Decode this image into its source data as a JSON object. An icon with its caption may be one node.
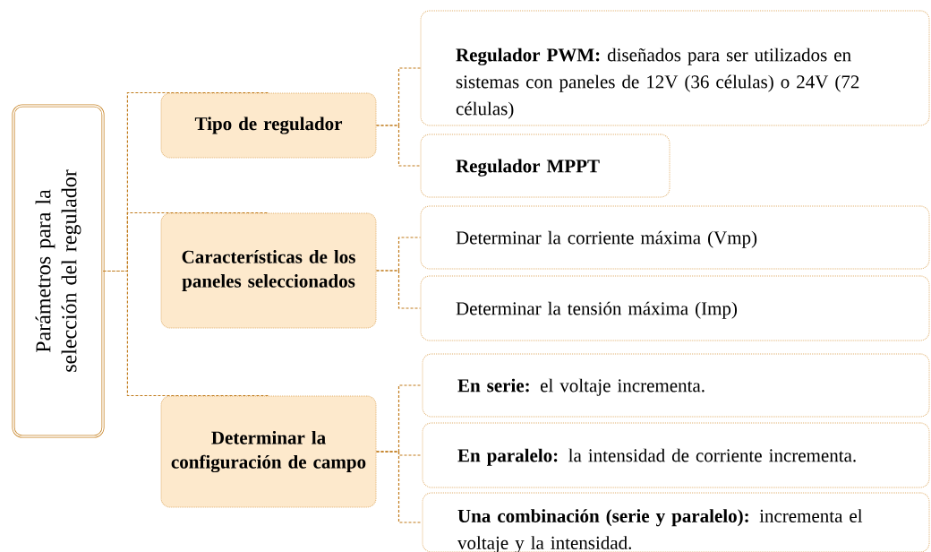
{
  "diagram": {
    "nodes": [
      {
        "text": [
          "Parámetros para la selección del regulador"
        ]
      },
      {
        "text": [
          "Tipo de regulador"
        ]
      },
      {
        "text": [
          "Características de los paneles seleccionados"
        ]
      },
      {
        "text": [
          "Determinar la configuración de campo"
        ]
      },
      {
        "text": [
          "**Regulador PWM:** diseñados para ser utilizados en sistemas con paneles de 12V (36 células) o 24V (72 células)"
        ]
      },
      {
        "text": [
          "Regulador MPPT"
        ]
      },
      {
        "text": [
          "Determinar la corriente máxima (Vmp)"
        ]
      },
      {
        "text": [
          "Determinar la tensión máxima (Imp)"
        ]
      },
      {
        "text": [
          "**En serie:** el voltaje incrementa."
        ]
      },
      {
        "text": [
          "**En paralelo:** la intensidad de corriente incrementa."
        ]
      },
      {
        "text": [
          "**Una combinación (serie y paralelo):** incrementa el voltaje y la intensidad."
        ]
      }
    ],
    "edges": [
      {
        "from": 0,
        "to": 1,
        "arrow": "none",
        "style": "dashed"
      },
      {
        "from": 0,
        "to": 2,
        "arrow": "none",
        "style": "dashed"
      },
      {
        "from": 0,
        "to": 3,
        "arrow": "none",
        "style": "dashed"
      },
      {
        "from": 1,
        "to": 4,
        "arrow": "none",
        "style": "dashed"
      },
      {
        "from": 1,
        "to": 5,
        "arrow": "none",
        "style": "dashed"
      },
      {
        "from": 2,
        "to": 6,
        "arrow": "none",
        "style": "dashed"
      },
      {
        "from": 2,
        "to": 7,
        "arrow": "none",
        "style": "dashed"
      },
      {
        "from": 3,
        "to": 8,
        "arrow": "none",
        "style": "dashed"
      },
      {
        "from": 3,
        "to": 9,
        "arrow": "none",
        "style": "dashed"
      },
      {
        "from": 3,
        "to": 10,
        "arrow": "none",
        "style": "dashed"
      }
    ]
  }
}
